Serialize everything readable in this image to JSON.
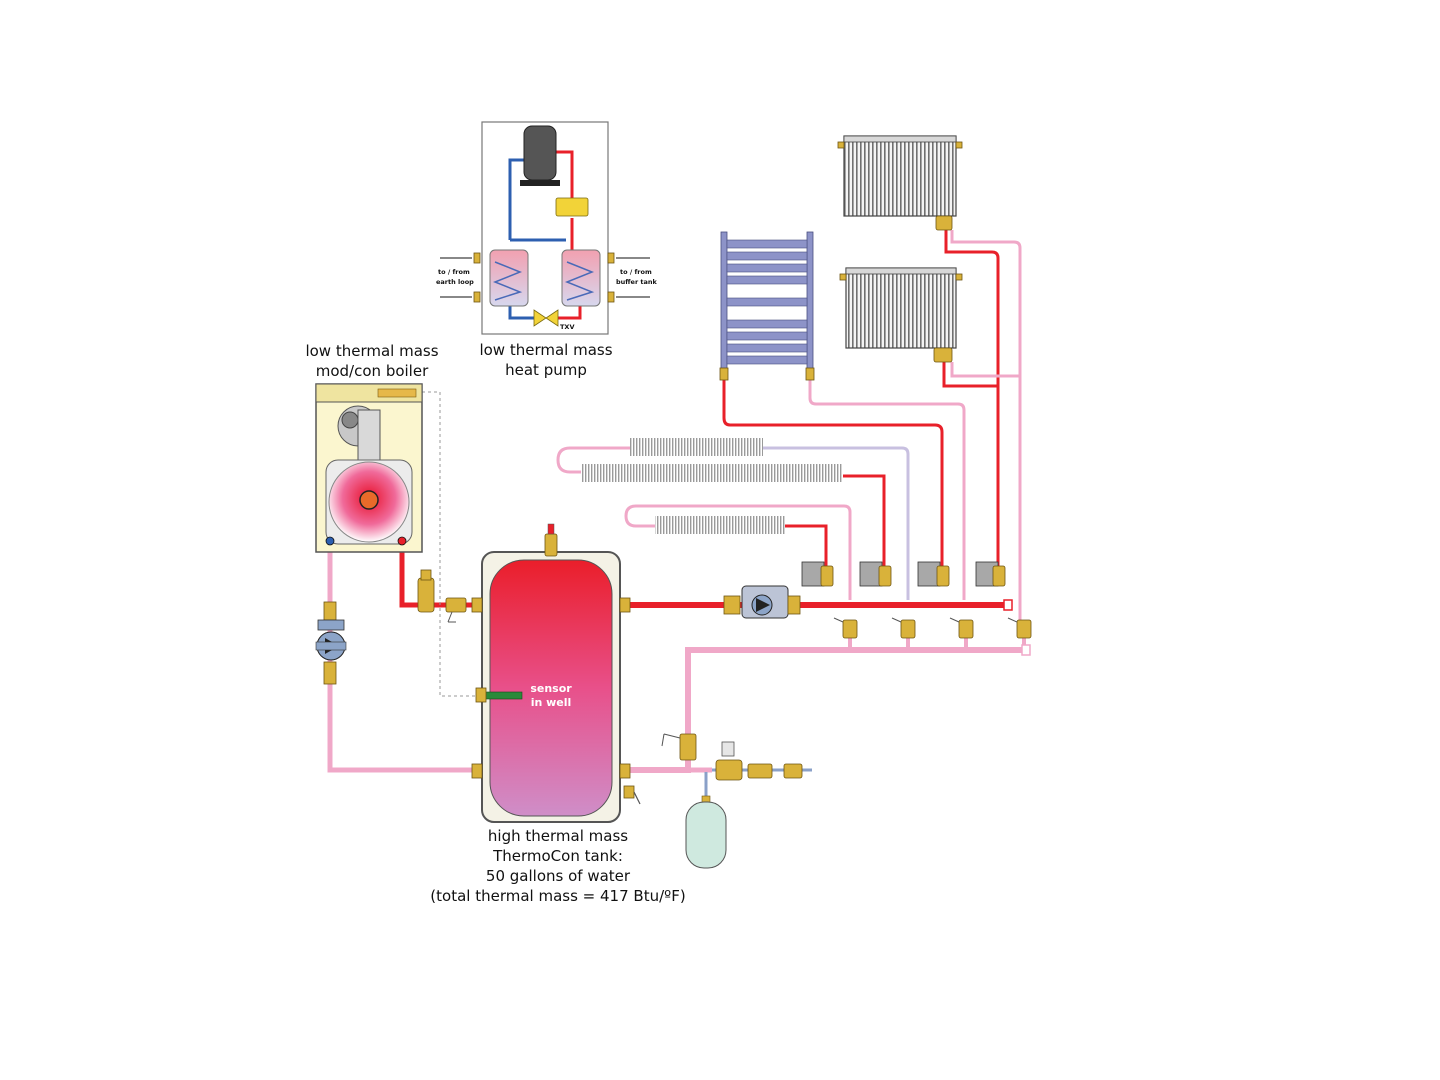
{
  "labels": {
    "boiler_line1": "low thermal mass",
    "boiler_line2": "mod/con boiler",
    "heatpump_line1": "low thermal mass",
    "heatpump_line2": "heat pump",
    "earth_loop_line1": "to / from",
    "earth_loop_line2": "earth loop",
    "buffer_tank_line1": "to / from",
    "buffer_tank_line2": "buffer tank",
    "txv": "TXV",
    "sensor_line1": "sensor",
    "sensor_line2": "in well",
    "tank_line1": "high thermal mass",
    "tank_line2": "ThermoCon tank:",
    "tank_line3": "50 gallons of water",
    "tank_line4": "(total thermal mass = 417 Btu/ºF)"
  },
  "colors": {
    "supply_hot": "#e8202a",
    "return_warm": "#f0a8c8",
    "cool_line": "#c8c0e0",
    "heatpump_cold": "#2d5fb0",
    "brass": "#d9b23a",
    "boiler_cabinet": "#fbf6cf",
    "expansion_tank": "#cfe9df",
    "towel_warmer": "#8d93c8"
  }
}
